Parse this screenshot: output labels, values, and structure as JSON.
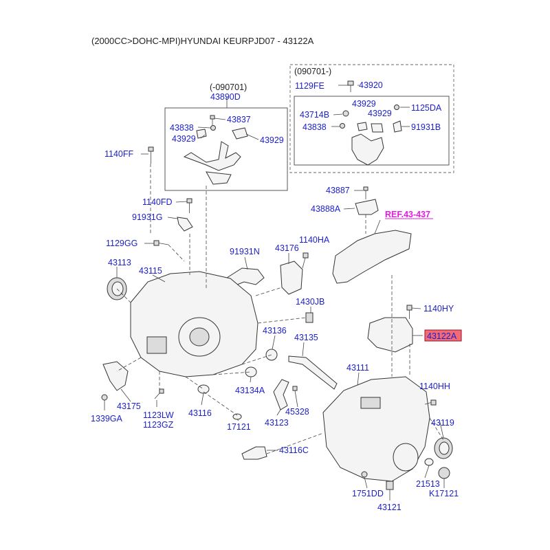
{
  "header": {
    "title": "(2000CC>DOHC-MPI)HYUNDAI KEURPJD07 - 43122A"
  },
  "callouts": {
    "range_old": "(-090701)",
    "range_new": "(090701-)",
    "p43890D": "43890D",
    "p43837": "43837",
    "p43838_l": "43838",
    "p43929_l1": "43929",
    "p43929_l2": "43929",
    "p1140FF": "1140FF",
    "p1129FE": "1129FE",
    "p43920": "43920",
    "p43929_r1": "43929",
    "p43929_r2": "43929",
    "p1125DA": "1125DA",
    "p43714B": "43714B",
    "p43838_r": "43838",
    "p91931B": "91931B",
    "p43887": "43887",
    "p43888A": "43888A",
    "ref": "REF.43-437",
    "p1140FD": "1140FD",
    "p91931G": "91931G",
    "p1129GG": "1129GG",
    "p91931N": "91931N",
    "p43176": "43176",
    "p1140HA": "1140HA",
    "p43113": "43113",
    "p43115": "43115",
    "p1430JB": "1430JB",
    "p1140HY": "1140HY",
    "p43122A": "43122A",
    "p43136": "43136",
    "p43135": "43135",
    "p43111": "43111",
    "p1140HH": "1140HH",
    "p43134A": "43134A",
    "p43175": "43175",
    "p1339GA": "1339GA",
    "p1123LW": "1123LW",
    "p1123GZ": "1123GZ",
    "p43116": "43116",
    "p17121": "17121",
    "p43123": "43123",
    "p45328": "45328",
    "p43119": "43119",
    "p43116C": "43116C",
    "p21513": "21513",
    "pK17121": "K17121",
    "p1751DD": "1751DD",
    "p43121": "43121"
  },
  "colors": {
    "label": "#1a1fc8",
    "ref": "#e21ce0",
    "highlight_fill": "#f06a78",
    "highlight_border": "#9b1020"
  }
}
